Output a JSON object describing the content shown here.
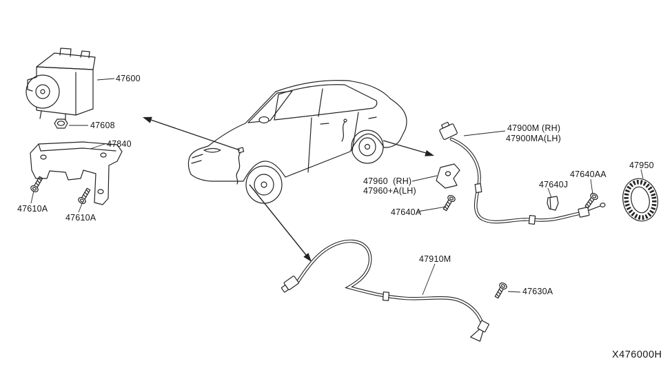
{
  "diagram": {
    "id": "X476000H",
    "ink_color": "#222222",
    "background_color": "#ffffff",
    "labels": [
      "47600",
      "47608",
      "47840",
      "47610A",
      "47610A",
      "47900M (RH)",
      "47900MA(LH)",
      "47960  (RH)",
      "47960+A(LH)",
      "47640A",
      "47640J",
      "47640AA",
      "47950",
      "47910M",
      "47630A"
    ]
  }
}
